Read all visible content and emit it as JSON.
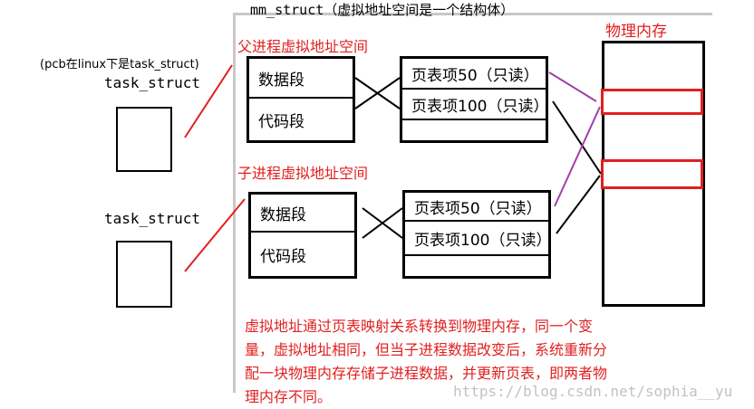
{
  "mm_struct_label": "mm_struct（虚拟地址空间是一个结构体）",
  "pcb_note": "(pcb在linux下是task_struct)",
  "physical_memory_label": "物理内存",
  "parent": {
    "title": "父进程虚拟地址空间",
    "task_struct": "task_struct",
    "segments": [
      "数据段",
      "代码段"
    ],
    "page_entries": [
      "页表项50（只读）",
      "页表项100（只读）"
    ]
  },
  "child": {
    "title": "子进程虚拟地址空间",
    "task_struct": "task_struct",
    "segments": [
      "数据段",
      "代码段"
    ],
    "page_entries": [
      "页表项50（只读）",
      "页表项100（只读）"
    ]
  },
  "explanation": [
    "虚拟地址通过页表映射关系转换到物理内存，同一个变",
    "量，虚拟地址相同，但当子进程数据改变后，系统重新分",
    "配一块物理内存存储子进程数据，并更新页表，即两者物",
    "理内存不同。"
  ],
  "watermark": "https://blog.csdn.net/sophia__yu",
  "colors": {
    "red": "#e02020",
    "purple": "#a040a8",
    "black": "#000000",
    "gray_border": "#c8c8c8"
  }
}
